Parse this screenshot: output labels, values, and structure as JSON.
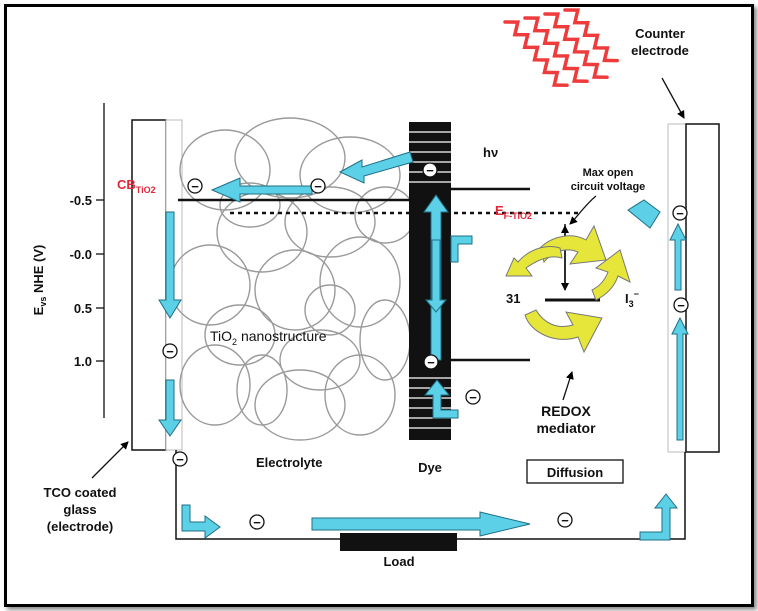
{
  "labels": {
    "counter_electrode": [
      "Counter",
      "electrode"
    ],
    "hv": "hν",
    "max_ocv": [
      "Max open",
      "circuit voltage"
    ],
    "cb_main": "CB",
    "cb_sub": "TiO2",
    "ef_main": "E",
    "ef_sub": "F-TiO2",
    "yaxis_main": "E",
    "yaxis_sub": "vs",
    "yaxis_rest": " NHE (V)",
    "tio2_pre": "TiO",
    "tio2_sub": "2",
    "tio2_post": " nanostructure",
    "redox_left": "31",
    "redox_right_main": "I",
    "redox_right_sub": "3",
    "redox_right_sup": "−",
    "redox_mediator": [
      "REDOX",
      "mediator"
    ],
    "electrolyte": "Electrolyte",
    "dye": "Dye",
    "diffusion": "Diffusion",
    "tco": [
      "TCO coated",
      "glass",
      "(electrode)"
    ],
    "load": "Load",
    "electron_symbol": "⊖"
  },
  "y_axis_ticks": [
    "-0.5",
    "-0.0",
    "0.5",
    "1.0"
  ],
  "colors": {
    "arrow": "#5cd0e6",
    "arrow_stroke": "#1f6f86",
    "light_wave": "#ee3b3b",
    "redox_arrow": "#e6e63a",
    "subscript_red": "#e0283a",
    "tio2_mesh": "#9a9a9a"
  }
}
